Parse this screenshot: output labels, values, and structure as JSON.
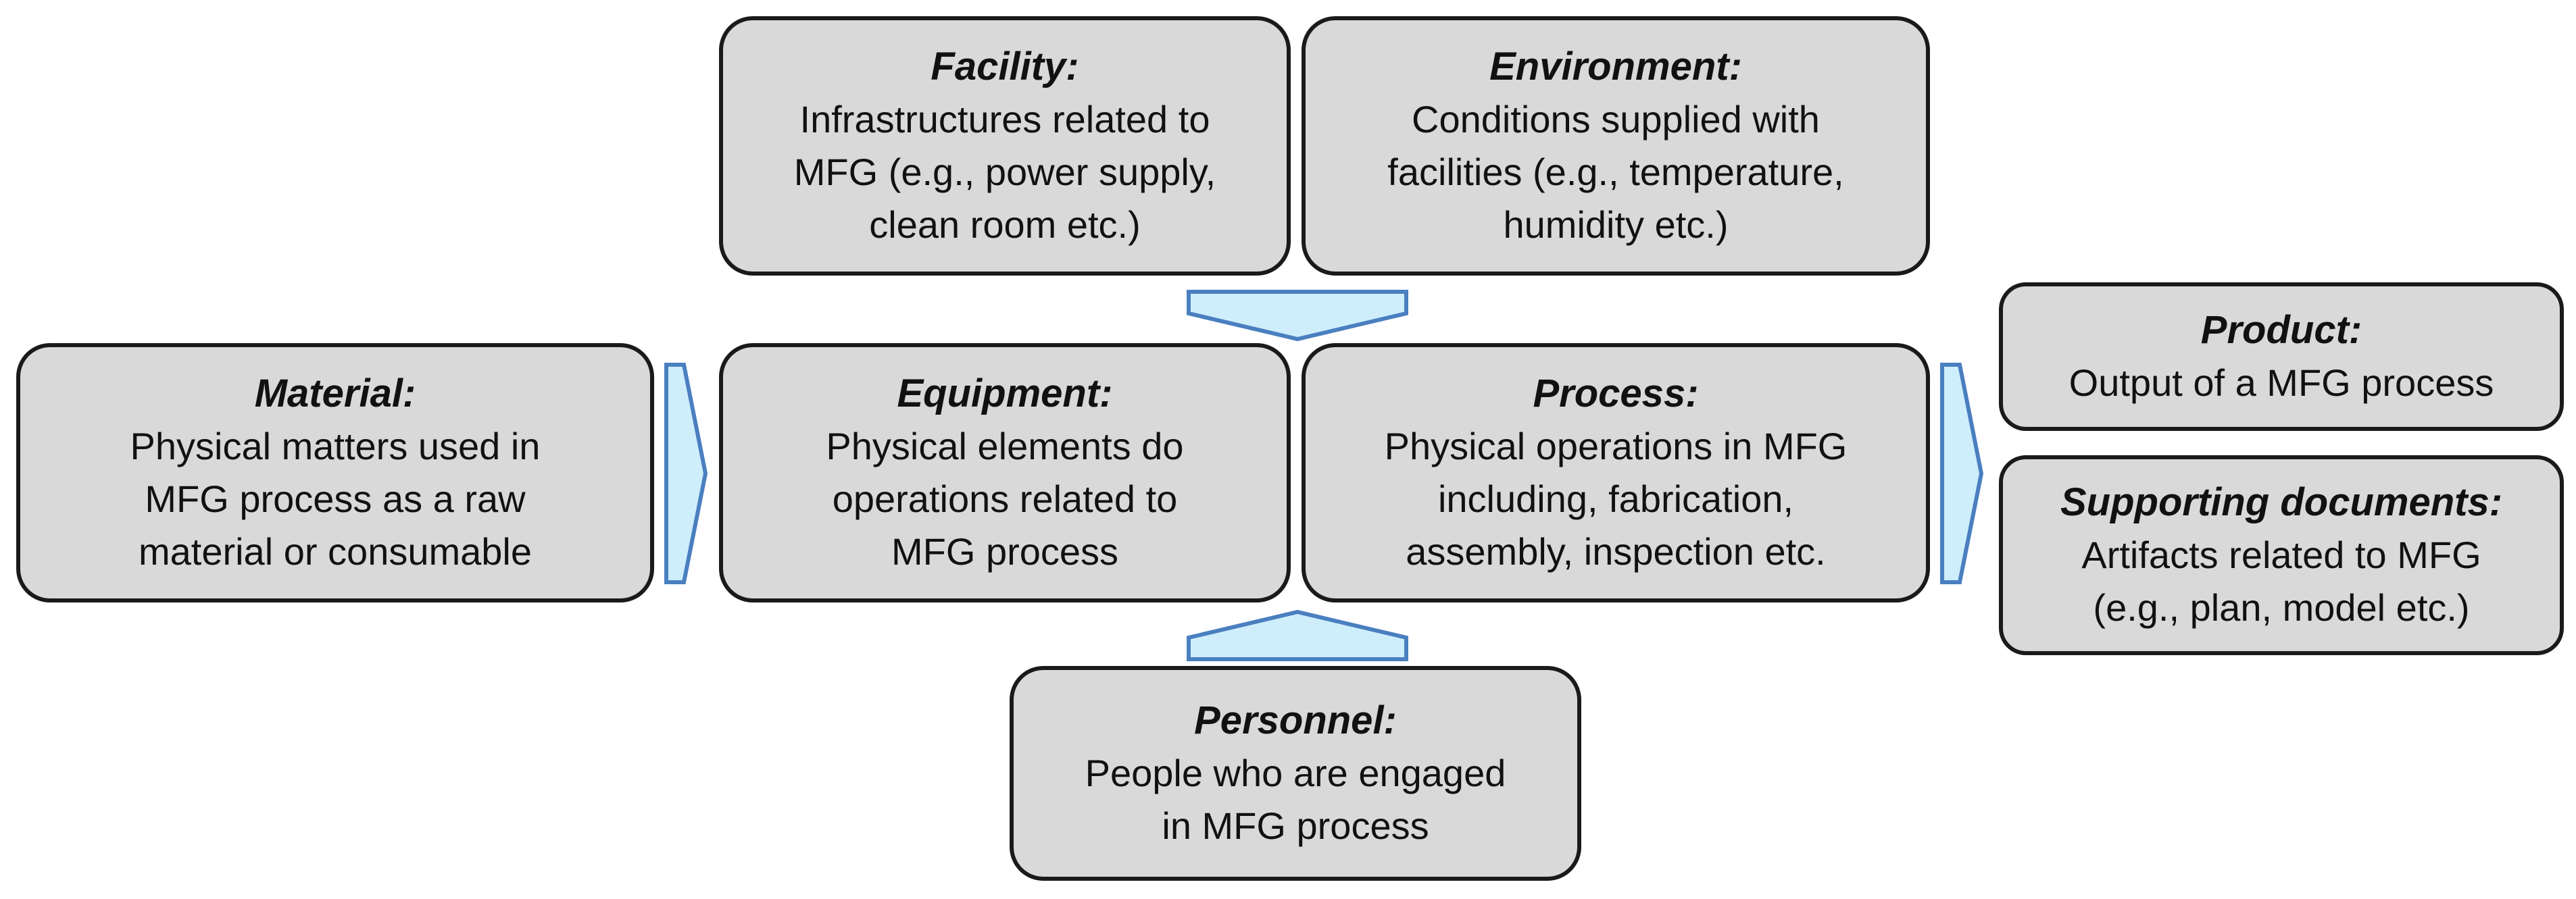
{
  "colors": {
    "box_fill": "#d9d9d9",
    "box_border": "#1a1a1a",
    "arrow_fill": "#cfeefc",
    "arrow_stroke": "#4a7fc0"
  },
  "boxes": {
    "facility": {
      "title": "Facility:",
      "lines": [
        "Infrastructures related to",
        "MFG (e.g., power supply,",
        "clean room etc.)"
      ]
    },
    "environment": {
      "title": "Environment:",
      "lines": [
        "Conditions supplied with",
        "facilities (e.g., temperature,",
        "humidity etc.)"
      ]
    },
    "material": {
      "title": "Material:",
      "lines": [
        "Physical matters used in",
        "MFG process as a raw",
        "material or consumable"
      ]
    },
    "equipment": {
      "title": "Equipment:",
      "lines": [
        "Physical elements do",
        "operations related to",
        "MFG process"
      ]
    },
    "process": {
      "title": "Process:",
      "lines": [
        "Physical operations in MFG",
        "including, fabrication,",
        "assembly, inspection etc."
      ]
    },
    "product": {
      "title": "Product:",
      "lines": [
        "Output of a MFG process"
      ]
    },
    "supporting_documents": {
      "title": "Supporting documents:",
      "lines": [
        "Artifacts related to MFG",
        "(e.g., plan, model etc.)"
      ]
    },
    "personnel": {
      "title": "Personnel:",
      "lines": [
        "People who are engaged",
        "in MFG process"
      ]
    }
  }
}
